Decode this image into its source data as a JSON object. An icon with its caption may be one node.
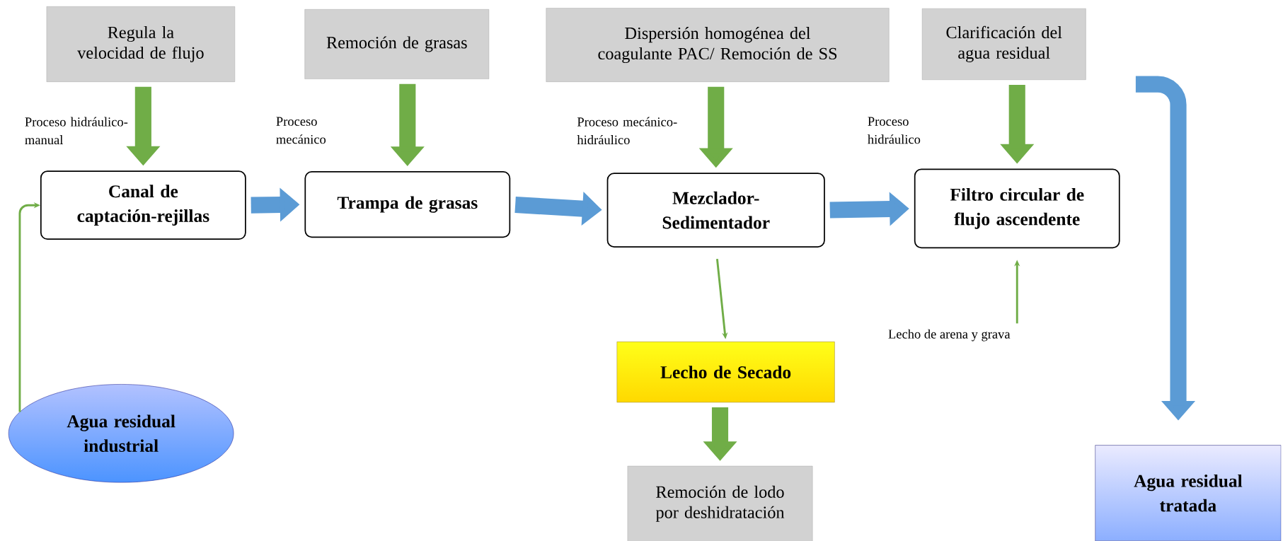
{
  "diagram": {
    "nodes": [
      {
        "text": [
          "Regula la velocidad de flujo"
        ]
      },
      {
        "text": [
          "Remoción de grasas"
        ]
      },
      {
        "text": [
          "Dispersión homogénea del coagulante PAC/ Remoción de SS"
        ]
      },
      {
        "text": [
          "Clarificación del agua residual"
        ]
      },
      {
        "text": [
          "Canal de captación-rejillas"
        ],
        "beside": [
          "Proceso hidráulico-manual"
        ]
      },
      {
        "text": [
          "Trampa de grasas"
        ],
        "beside": [
          "Proceso mecánico"
        ]
      },
      {
        "text": [
          "Mezclador-Sedimentador"
        ],
        "beside": [
          "Proceso mecánico-hidráulico"
        ]
      },
      {
        "text": [
          "Filtro circular de flujo ascendente"
        ],
        "beside": [
          "Proceso hidráulico"
        ]
      },
      {
        "text": [
          "Lecho de Secado"
        ]
      },
      {
        "text": [
          "Remoción de lodo por deshidratación"
        ]
      },
      {
        "text": [
          "Agua residual industrial"
        ]
      },
      {
        "text": [
          "Agua residual tratada"
        ]
      },
      {
        "text": [
          "Lecho de arena y grava"
        ]
      }
    ],
    "edges": [
      {
        "from": 0,
        "to": 4,
        "arrow": "to"
      },
      {
        "from": 1,
        "to": 5,
        "arrow": "to"
      },
      {
        "from": 2,
        "to": 6,
        "arrow": "to"
      },
      {
        "from": 3,
        "to": 7,
        "arrow": "to"
      },
      {
        "from": 10,
        "to": 4,
        "arrow": "to"
      },
      {
        "from": 4,
        "to": 5,
        "arrow": "to",
        "color": "#5b9bd5"
      },
      {
        "from": 5,
        "to": 6,
        "arrow": "to",
        "color": "#5b9bd5"
      },
      {
        "from": 6,
        "to": 7,
        "arrow": "to",
        "color": "#5b9bd5"
      },
      {
        "from": 6,
        "to": 8,
        "arrow": "to"
      },
      {
        "from": 12,
        "to": 7,
        "arrow": "to"
      },
      {
        "from": 8,
        "to": 9,
        "arrow": "to"
      },
      {
        "from": null,
        "to": 11,
        "arrow": "to",
        "color": "#5b9bd5"
      }
    ]
  }
}
